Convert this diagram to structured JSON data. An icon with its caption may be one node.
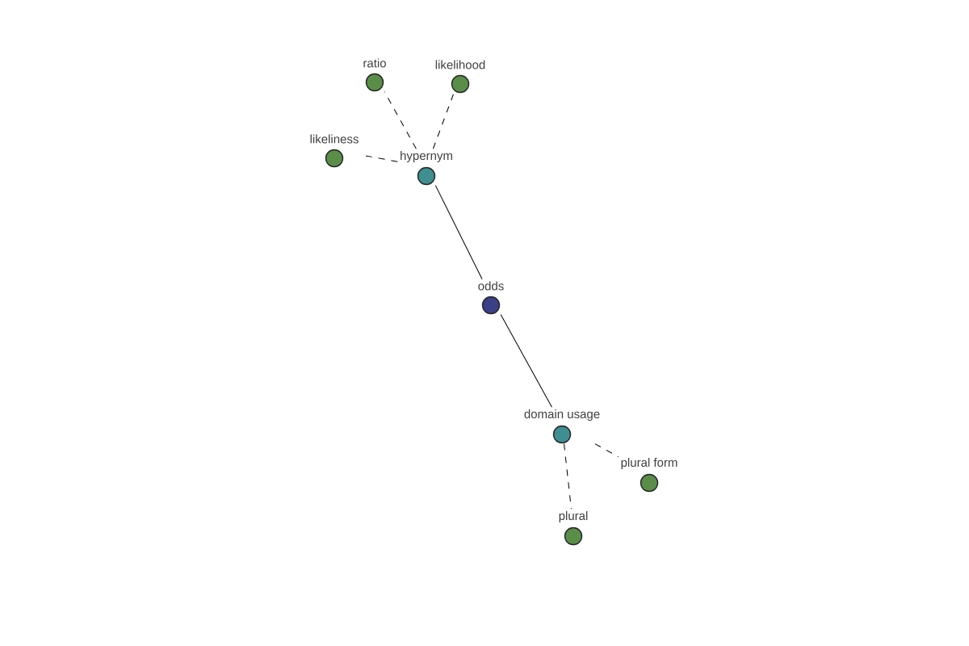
{
  "diagram": {
    "nodes": [
      {
        "text": [
          "ratio"
        ]
      },
      {
        "text": [
          "likelihood"
        ]
      },
      {
        "text": [
          "likeliness"
        ]
      },
      {
        "text": [
          "hypernym"
        ]
      },
      {
        "text": [
          "odds"
        ]
      },
      {
        "text": [
          "domain usage"
        ]
      },
      {
        "text": [
          "plural form"
        ]
      },
      {
        "text": [
          "plural"
        ]
      }
    ],
    "edges": [
      {
        "from": 3,
        "to": 0,
        "arrow": "none",
        "style": "dashed"
      },
      {
        "from": 3,
        "to": 1,
        "arrow": "none",
        "style": "dashed"
      },
      {
        "from": 3,
        "to": 2,
        "arrow": "none",
        "style": "dashed"
      },
      {
        "from": 3,
        "to": 4,
        "arrow": "none"
      },
      {
        "from": 4,
        "to": 5,
        "arrow": "none"
      },
      {
        "from": 5,
        "to": 6,
        "arrow": "none",
        "style": "dashed"
      },
      {
        "from": 5,
        "to": 7,
        "arrow": "none",
        "style": "dashed"
      }
    ]
  }
}
